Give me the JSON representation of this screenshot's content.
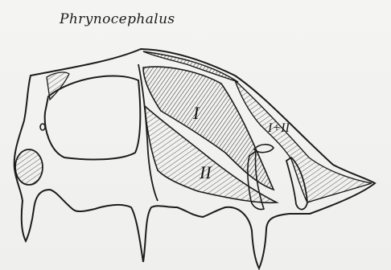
{
  "figure": {
    "genus": "Phrynocephalus",
    "labels": {
      "muscle_1": "I",
      "muscle_2": "II",
      "muscle_combined": "I+II"
    }
  }
}
